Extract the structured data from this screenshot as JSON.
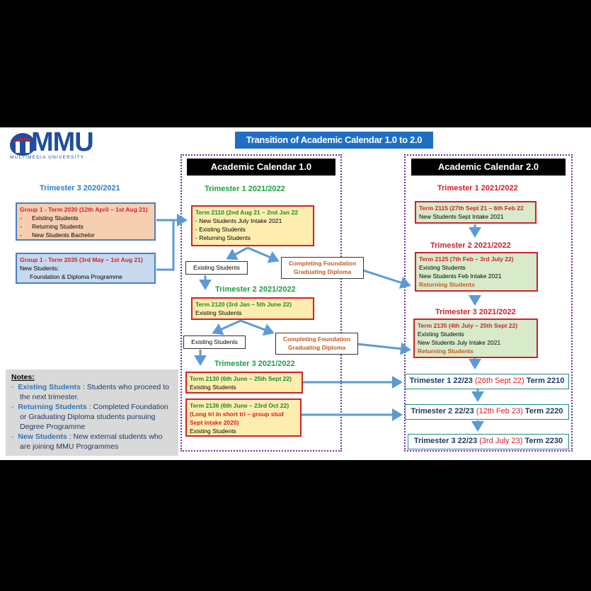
{
  "logo": {
    "text": "MMU",
    "subtitle": "MULTIMEDIA UNIVERSITY"
  },
  "title": "Transition of Academic Calendar 1.0 to 2.0",
  "calendar1": {
    "heading": "Academic Calendar 1.0",
    "tri1": {
      "heading": "Trimester 1 2021/2022",
      "term": "Term 2110 (2nd Aug 21 – 2nd Jan 22",
      "lines": [
        "- New Students July Intake 2021",
        "- Existing Students",
        "- Returning Students"
      ]
    },
    "existing1": "Existing Students",
    "foundation1": [
      "Completing Foundation",
      "Graduating Diploma"
    ],
    "tri2": {
      "heading": "Trimester 2 2021/2022",
      "term": "Term 2120 (3rd Jan – 5th June 22)",
      "lines": [
        "Existing Students"
      ]
    },
    "existing2": "Existing Students",
    "foundation2": [
      "Completing Foundation",
      "Graduating Diploma"
    ],
    "tri3": {
      "heading": "Trimester 3 2021/2022",
      "term2130": "Term 2130 (6th June – 25th Sept 22)",
      "term2130_lines": [
        "Existing Students"
      ],
      "term2136": "Term 2136 (6th June – 23rd Oct 22)",
      "term2136_note": [
        "(Long tri in short tri – group stud",
        "Sept intake 2020)"
      ],
      "term2136_lines": [
        "Existing Students"
      ]
    }
  },
  "left": {
    "heading": "Trimester 3 2020/2021",
    "group2030": {
      "title": "Group 1 - Term 2030 (12th April – 1st Aug 21)",
      "lines": [
        "Existing Students",
        "Returning Students",
        "New Students Bachelor"
      ]
    },
    "group2035": {
      "title": "Group 1 - Term 2035 (3rd May – 1st Aug 21)",
      "lines": [
        "New Students:",
        "Foundation & Diploma Programme"
      ]
    }
  },
  "calendar2": {
    "heading": "Academic Calendar 2.0",
    "tri1": {
      "heading": "Trimester 1 2021/2022",
      "term": "Term 2115 (27th Sept 21 – 6th Feb 22",
      "lines": [
        "New Students Sept Intake 2021"
      ]
    },
    "tri2": {
      "heading": "Trimester 2 2021/2022",
      "term": "Term 2125 (7th Feb – 3rd July 22)",
      "lines": [
        "Existing Students",
        "New Students Feb Intake 2021"
      ],
      "returning": "Returning Students"
    },
    "tri3": {
      "heading": "Trimester 3 2021/2022",
      "term": "Term 2135 (4th July – 25th Sept 22)",
      "lines": [
        "Existing Students",
        "New Students July Intake 2021"
      ],
      "returning": "Returning Students"
    },
    "next": [
      {
        "label": "Trimester 1 22/23",
        "date": "(26th Sept 22)",
        "term": "Term 2210"
      },
      {
        "label": "Trimester 2 22/23",
        "date": "(12th Feb 23)",
        "term": "Term 2220"
      },
      {
        "label": "Trimester 3 22/23",
        "date": "(3rd July 23)",
        "term": "Term 2230"
      }
    ]
  },
  "notes": {
    "title": "Notes:",
    "items": [
      {
        "key": "Existing Students",
        "text": " : Students who proceed to the next trimester."
      },
      {
        "key": "Returning Students",
        "text": " : Completed Foundation or Graduating Diploma students pursuing  Degree Programme"
      },
      {
        "key": "New Students",
        "text": " : New external students who are joining MMU Programmes"
      }
    ]
  },
  "colors": {
    "arrow": "#5b9bd5",
    "red": "#d3202a",
    "green": "#1aa040",
    "purple": "#7030a0"
  }
}
